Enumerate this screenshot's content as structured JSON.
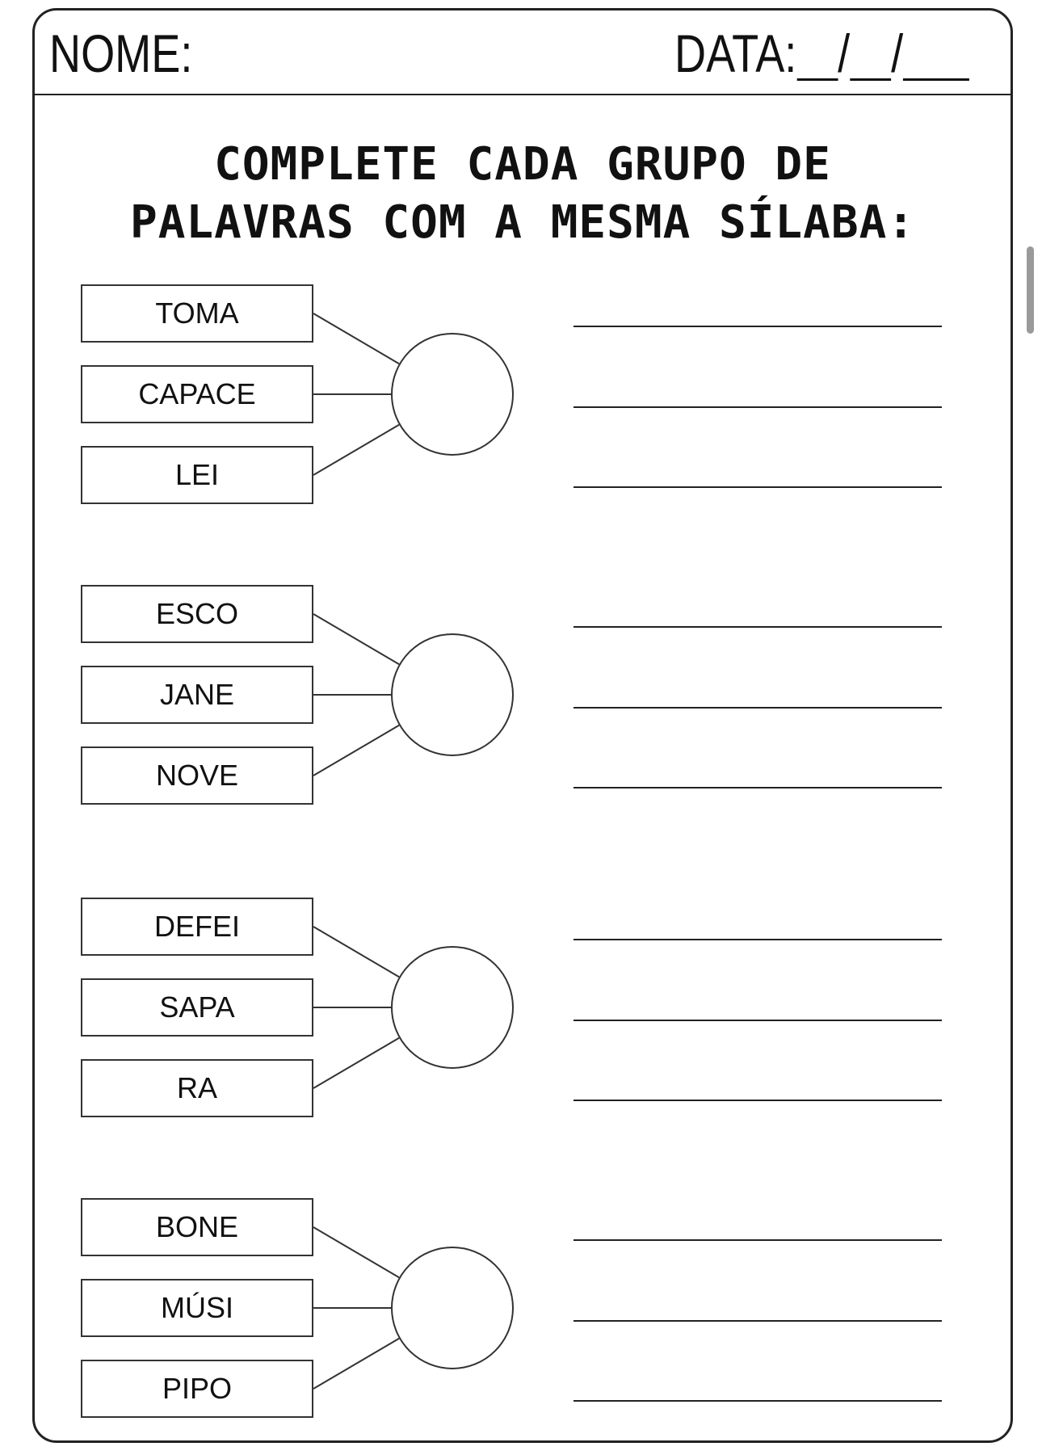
{
  "header": {
    "name_label": "NOME:",
    "date_label": "DATA:",
    "date_separator": "/"
  },
  "instructions": {
    "line1": "COMPLETE CADA GRUPO DE",
    "line2": "PALAVRAS COM A MESMA SÍLABA:"
  },
  "groups": [
    {
      "words": [
        "TOMA",
        "CAPACE",
        "LEI"
      ]
    },
    {
      "words": [
        "ESCO",
        "JANE",
        "NOVE"
      ]
    },
    {
      "words": [
        "DEFEI",
        "SAPA",
        "RA"
      ]
    },
    {
      "words": [
        "BONE",
        "MÚSI",
        "PIPO"
      ]
    }
  ]
}
